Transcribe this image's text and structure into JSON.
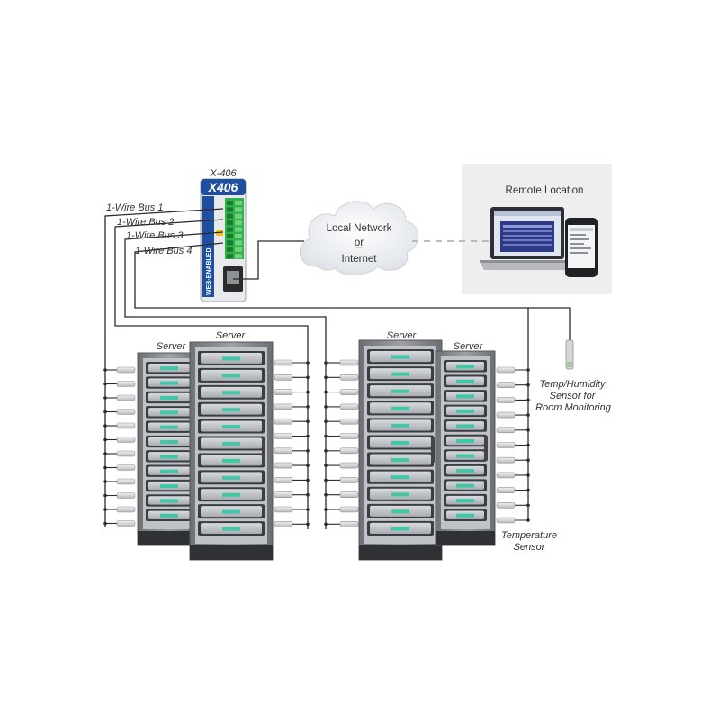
{
  "device": {
    "model_label": "X-406",
    "logo_text": "X406",
    "side_text": "WEB-ENABLED"
  },
  "buses": [
    {
      "label": "1-Wire Bus 1"
    },
    {
      "label": "1-Wire Bus 2"
    },
    {
      "label": "1-Wire Bus 3"
    },
    {
      "label": "1-Wire Bus 4"
    }
  ],
  "cloud": {
    "line1": "Local Network",
    "line2": "or",
    "line3": "Internet"
  },
  "remote": {
    "title": "Remote Location"
  },
  "servers": [
    {
      "label": "Server"
    },
    {
      "label": "Server"
    },
    {
      "label": "Server"
    },
    {
      "label": "Server"
    }
  ],
  "room_sensor": {
    "line1": "Temp/Humidity",
    "line2": "Sensor for",
    "line3": "Room Monitoring"
  },
  "temp_sensor": {
    "line1": "Temperature",
    "line2": "Sensor"
  },
  "colors": {
    "wire": "#2b2b2b",
    "terminal_green": "#2fb24a",
    "server_body": "#8a8d92",
    "drive_led": "#3fc7a8",
    "remote_panel": "#eeeeee",
    "cloud": "#eef0f3"
  }
}
